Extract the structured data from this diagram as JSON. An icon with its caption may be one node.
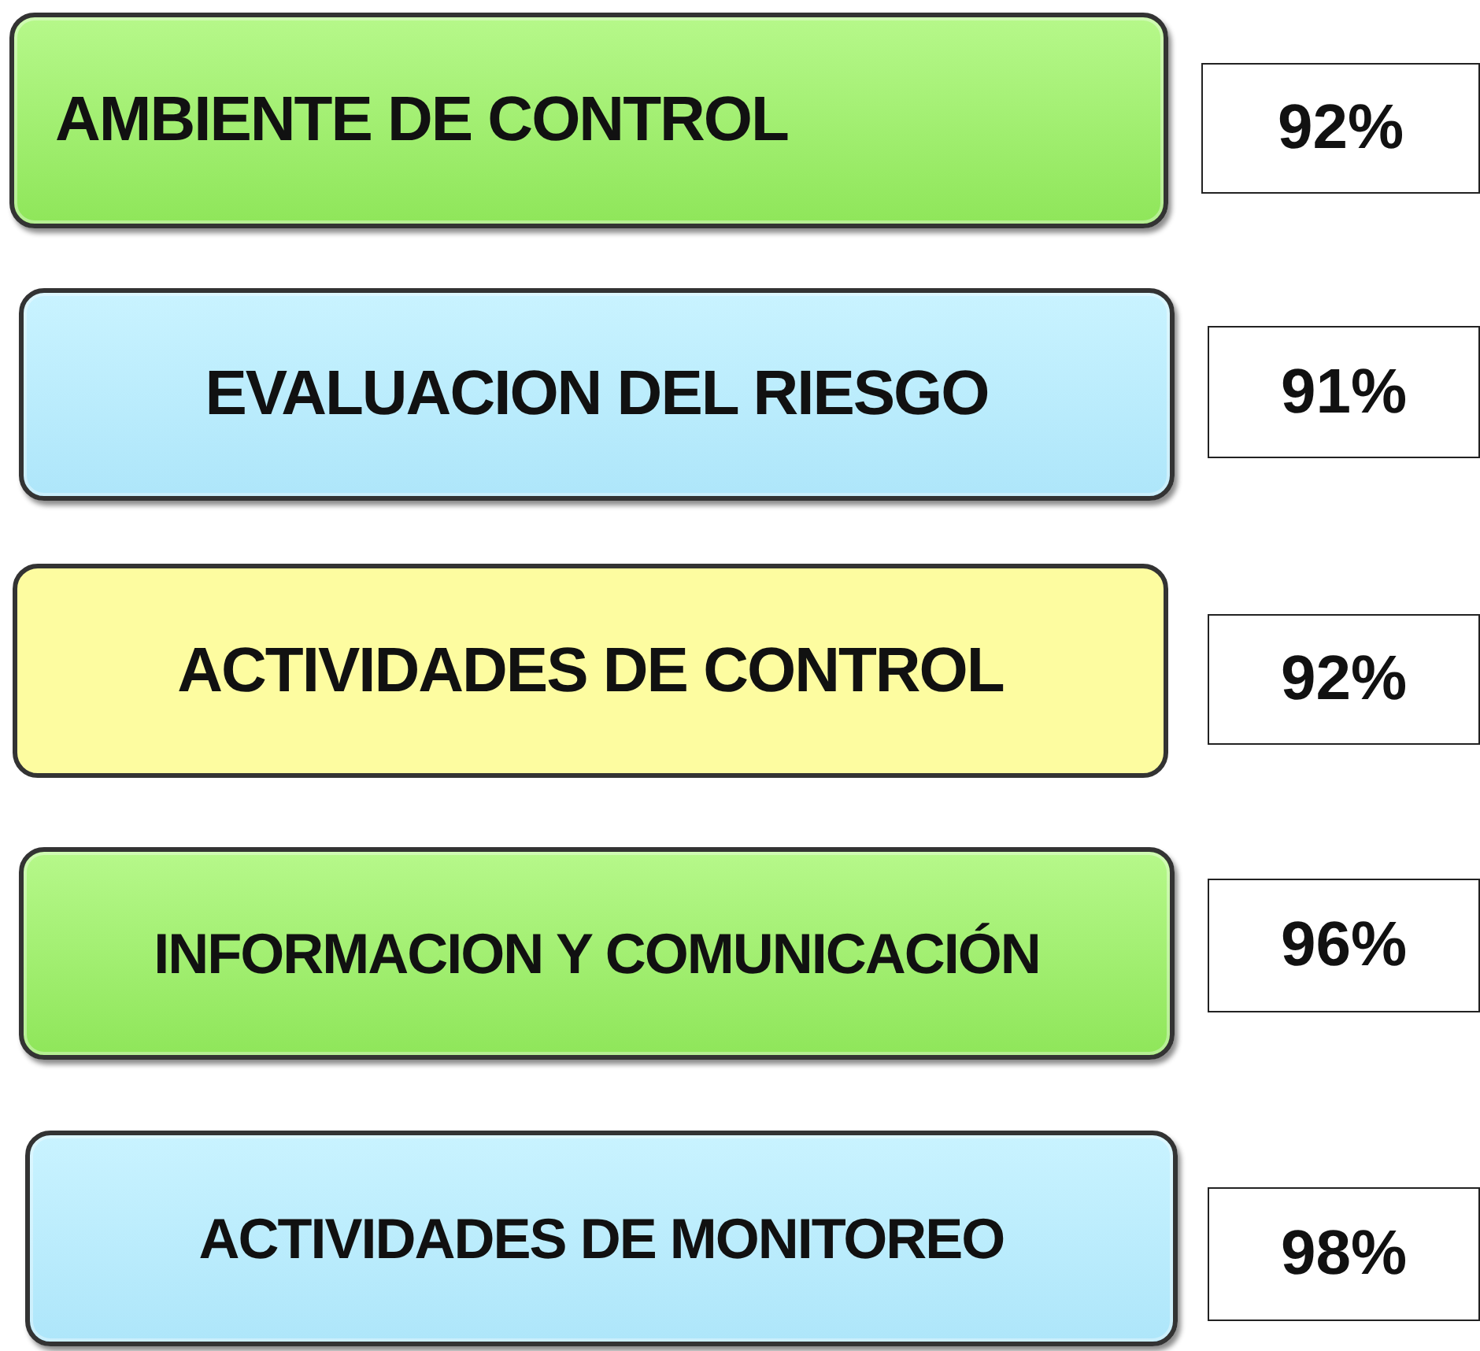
{
  "diagram": {
    "nodes": [
      {
        "text": [
          "AMBIENTE DE CONTROL"
        ]
      },
      {
        "text": [
          "92%"
        ]
      },
      {
        "text": [
          "EVALUACION DEL RIESGO"
        ]
      },
      {
        "text": [
          "91%"
        ]
      },
      {
        "text": [
          "ACTIVIDADES DE CONTROL"
        ]
      },
      {
        "text": [
          "92%"
        ]
      },
      {
        "text": [
          "INFORMACION Y COMUNICACIÓN"
        ]
      },
      {
        "text": [
          "96%"
        ]
      },
      {
        "text": [
          "ACTIVIDADES DE MONITOREO"
        ]
      },
      {
        "text": [
          "98%"
        ]
      }
    ]
  }
}
